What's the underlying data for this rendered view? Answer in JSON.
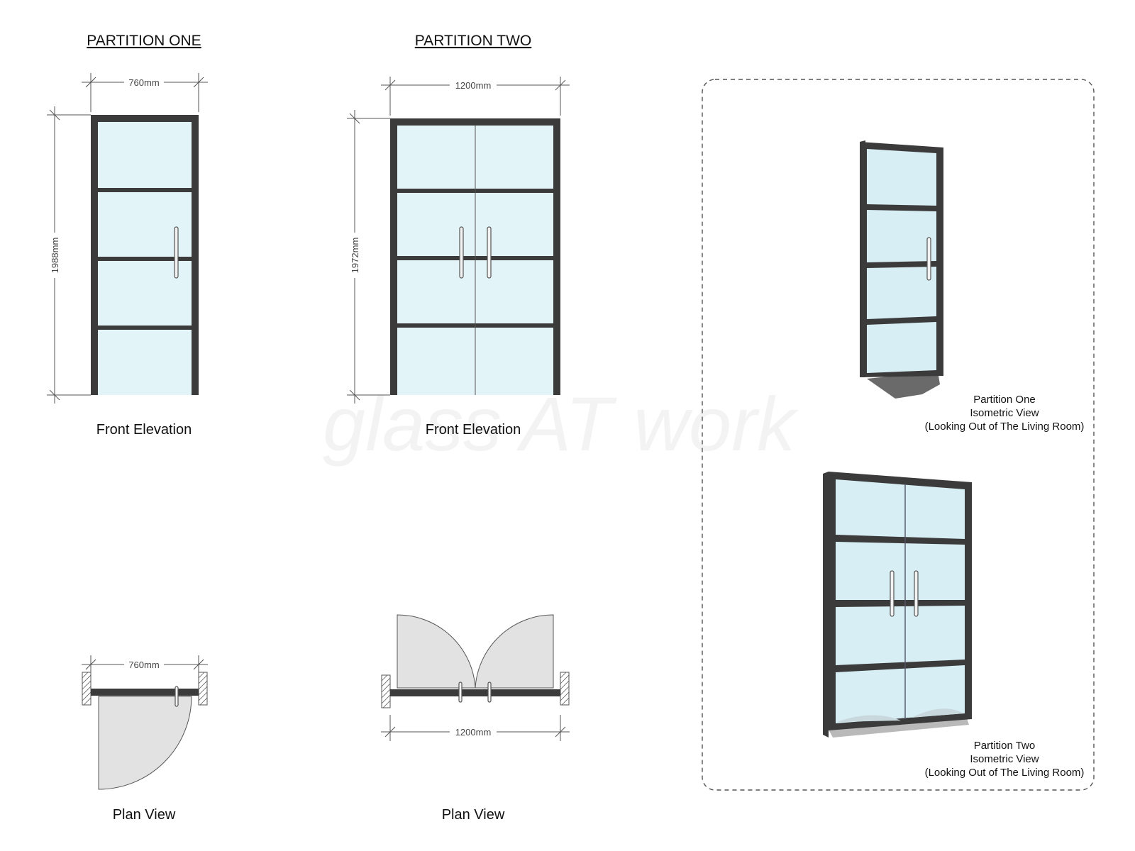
{
  "watermark": "glass AT work",
  "partition_one": {
    "heading": "PARTITION ONE",
    "front_width": "760mm",
    "front_height": "1988mm",
    "front_caption": "Front Elevation",
    "plan_width": "760mm",
    "plan_caption": "Plan View"
  },
  "partition_two": {
    "heading": "PARTITION TWO",
    "front_width": "1200mm",
    "front_height": "1972mm",
    "front_caption": "Front Elevation",
    "plan_width": "1200mm",
    "plan_caption": "Plan View"
  },
  "isometric_one": {
    "line1": "Partition One",
    "line2": "Isometric View",
    "line3": "(Looking Out of The Living Room)"
  },
  "isometric_two": {
    "line1": "Partition Two",
    "line2": "Isometric View",
    "line3": "(Looking Out of The Living Room)"
  }
}
